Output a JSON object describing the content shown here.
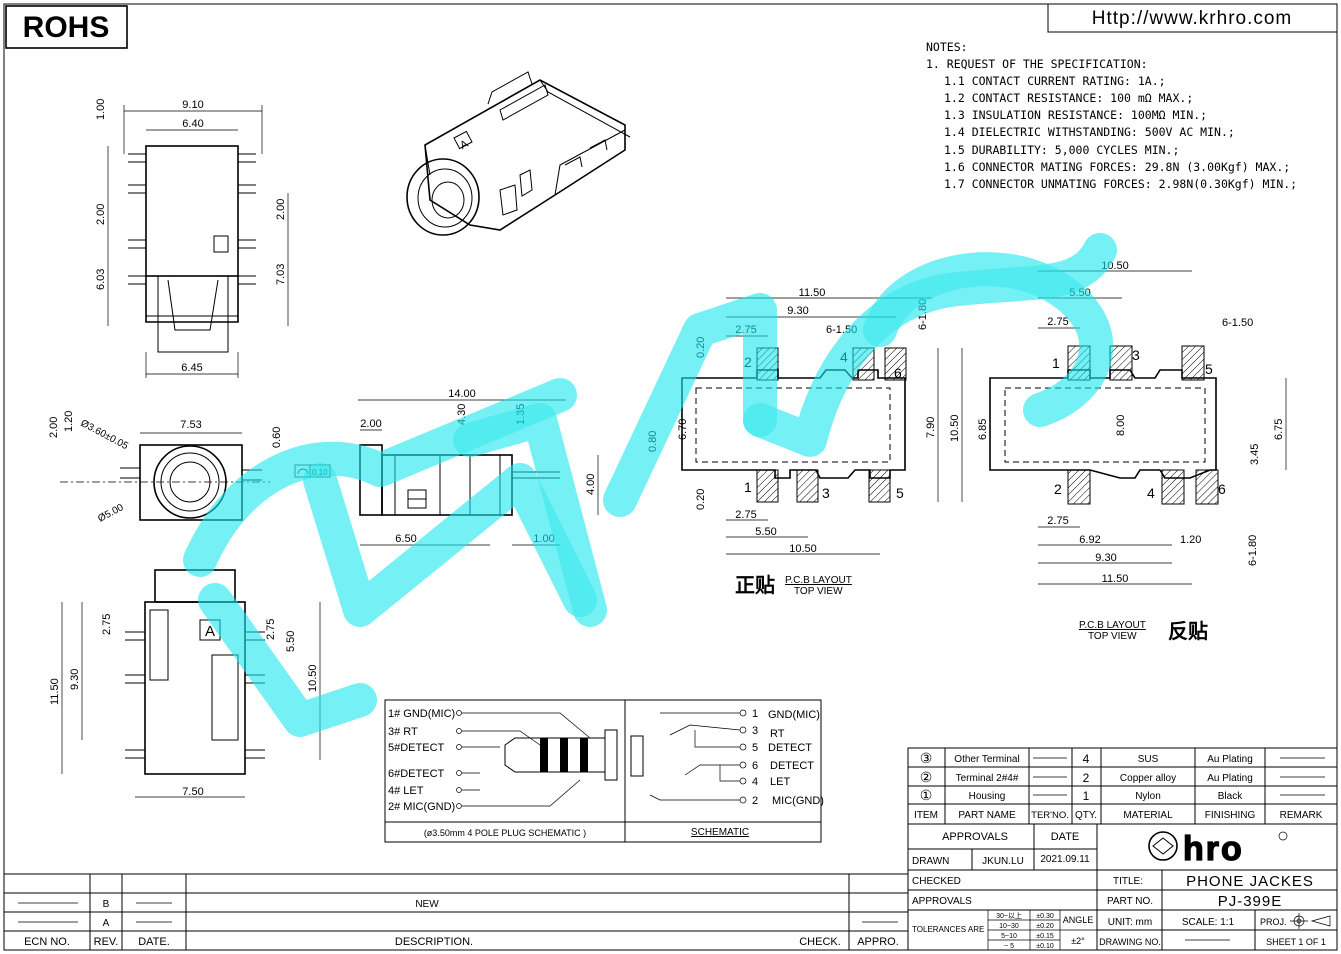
{
  "header": {
    "rohs": "ROHS",
    "url": "Http://www.krhro.com"
  },
  "notes": {
    "title": "NOTES:",
    "item1": "1. REQUEST OF THE SPECIFICATION:",
    "lines": [
      "1.1 CONTACT CURRENT RATING: 1A.;",
      "1.2 CONTACT RESISTANCE: 100 mΩ MAX.;",
      "1.3 INSULATION RESISTANCE: 100MΩ MIN.;",
      "1.4 DIELECTRIC WITHSTANDING: 500V AC MIN.;",
      "1.5 DURABILITY: 5,000 CYCLES MIN.;",
      "1.6 CONNECTOR MATING FORCES: 29.8N (3.00Kgf) MAX.;",
      "1.7 CONNECTOR UNMATING FORCES: 2.98N(0.30Kgf) MIN.;"
    ]
  },
  "top_view": {
    "dims": [
      "9.10",
      "6.40",
      "1.00",
      "2.00",
      "2.00",
      "6.03",
      "7.03",
      "6.45"
    ]
  },
  "front_view": {
    "dims": [
      "2.00",
      "1.20",
      "Ø3.60±0.05",
      "7.53",
      "0.60",
      "Ø5.00"
    ],
    "flatness": "0.10"
  },
  "side_view": {
    "dims": [
      "14.00",
      "2.00",
      "4.30",
      "1.35",
      "4.00",
      "6.50",
      "1.00"
    ]
  },
  "bottom_view": {
    "dims": [
      "2.75",
      "9.30",
      "11.50",
      "2.75",
      "5.50",
      "10.50",
      "7.50"
    ],
    "letter": "A"
  },
  "pcb_top": {
    "dims": [
      "11.50",
      "9.30",
      "2.75",
      "6-1.50",
      "6-1.80",
      "0.20",
      "6.70",
      "0.80",
      "7.90",
      "0.20",
      "2.75",
      "5.50",
      "10.50"
    ],
    "pins": [
      "1",
      "2",
      "3",
      "4",
      "5",
      "6"
    ],
    "label_cn": "正贴",
    "label_en1": "P.C.B LAYOUT",
    "label_en2": "TOP VIEW"
  },
  "pcb_rev": {
    "dims": [
      "10.50",
      "5.50",
      "2.75",
      "6-1.50",
      "10.50",
      "6.85",
      "8.00",
      "6.75",
      "3.45",
      "2.75",
      "6.92",
      "1.20",
      "9.30",
      "11.50",
      "6-1.80"
    ],
    "pins": [
      "1",
      "2",
      "3",
      "4",
      "5",
      "6"
    ],
    "label_cn": "反贴",
    "label_en1": "P.C.B LAYOUT",
    "label_en2": "TOP VIEW"
  },
  "plug_schematic": {
    "left": [
      "1# GND(MIC)",
      "3# RT",
      "5#DETECT",
      "6#DETECT",
      "4# LET",
      "2# MIC(GND)"
    ],
    "caption": "(ø3.50mm 4 POLE PLUG SCHEMATIC )",
    "right_nums": [
      "1",
      "3",
      "5",
      "6",
      "4",
      "2"
    ],
    "right_labels": [
      "GND(MIC)",
      "RT",
      "DETECT",
      "DETECT",
      "LET",
      "MIC(GND)"
    ],
    "schematic_caption": "SCHEMATIC"
  },
  "bom": {
    "rows": [
      {
        "item": "③",
        "name": "Other Terminal",
        "qty": "4",
        "material": "SUS",
        "finishing": "Au Plating"
      },
      {
        "item": "②",
        "name": "Terminal 2#4#",
        "qty": "2",
        "material": "Copper alloy",
        "finishing": "Au Plating"
      },
      {
        "item": "①",
        "name": "Housing",
        "qty": "1",
        "material": "Nylon",
        "finishing": "Black"
      }
    ],
    "headers": [
      "ITEM",
      "PART NAME",
      "TER'NO.",
      "QTY.",
      "MATERIAL",
      "FINISHING",
      "REMARK"
    ]
  },
  "title_block": {
    "approvals": "APPROVALS",
    "date": "DATE",
    "drawn": "DRAWN",
    "drawn_by": "JKUN.LU",
    "drawn_date": "2021.09.11",
    "checked": "CHECKED",
    "approvals2": "APPROVALS",
    "tolerances": "TOLERANCES ARE",
    "tol_ranges": [
      "30~以上",
      "10~30",
      "5~10",
      "~ 5"
    ],
    "tol_values": [
      "±0.30",
      "±0.20",
      "±0.15",
      "±0.10"
    ],
    "angle": "ANGLE",
    "angle_value": "±2°",
    "title_label": "TITLE:",
    "title": "PHONE JACKES",
    "part_no_label": "PART NO.",
    "part_no": "PJ-399E",
    "unit": "UNIT: mm",
    "scale": "SCALE: 1:1",
    "proj": "PROJ.",
    "drawing_no": "DRAWING NO.",
    "sheet": "SHEET 1 OF 1",
    "logo": "hro"
  },
  "revisions": {
    "rows": [
      {
        "rev": "B",
        "desc": "NEW"
      },
      {
        "rev": "A",
        "desc": ""
      }
    ],
    "headers": [
      "ECN NO.",
      "REV.",
      "DATE.",
      "DESCRIPTION.",
      "CHECK.",
      "APPRO."
    ]
  },
  "colors": {
    "watermark": "#19e6ec",
    "ink": "#000000"
  }
}
